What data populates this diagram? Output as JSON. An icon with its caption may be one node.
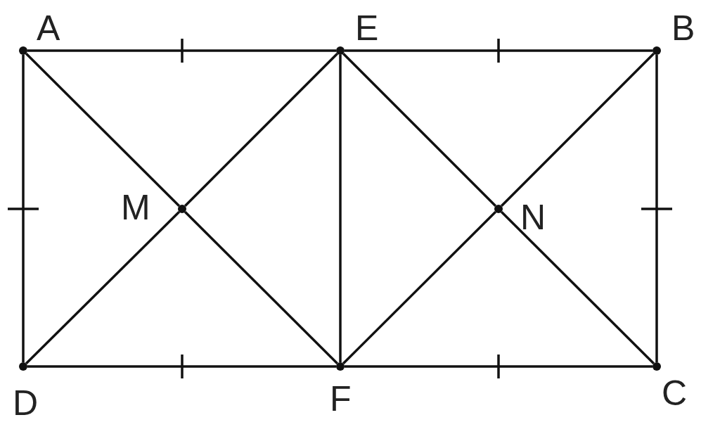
{
  "diagram": {
    "nodes": [
      {
        "text": [
          "A"
        ]
      },
      {
        "text": [
          "E"
        ]
      },
      {
        "text": [
          "B"
        ]
      },
      {
        "text": [
          "M"
        ]
      },
      {
        "text": [
          "N"
        ]
      },
      {
        "text": [
          "D"
        ]
      },
      {
        "text": [
          "F"
        ]
      },
      {
        "text": [
          "C"
        ]
      }
    ],
    "edges": [
      {
        "from": 0,
        "to": 1,
        "arrow": "none"
      },
      {
        "from": 1,
        "to": 2,
        "arrow": "none"
      },
      {
        "from": 0,
        "to": 5,
        "arrow": "none"
      },
      {
        "from": 2,
        "to": 7,
        "arrow": "none"
      },
      {
        "from": 5,
        "to": 6,
        "arrow": "none"
      },
      {
        "from": 6,
        "to": 7,
        "arrow": "none"
      },
      {
        "from": 1,
        "to": 6,
        "arrow": "none"
      },
      {
        "from": 0,
        "to": 3,
        "arrow": "none"
      },
      {
        "from": 3,
        "to": 6,
        "arrow": "none"
      },
      {
        "from": 1,
        "to": 3,
        "arrow": "none"
      },
      {
        "from": 3,
        "to": 5,
        "arrow": "none"
      },
      {
        "from": 1,
        "to": 4,
        "arrow": "none"
      },
      {
        "from": 4,
        "to": 7,
        "arrow": "none"
      },
      {
        "from": 2,
        "to": 4,
        "arrow": "none"
      },
      {
        "from": 4,
        "to": 6,
        "arrow": "none"
      }
    ]
  }
}
